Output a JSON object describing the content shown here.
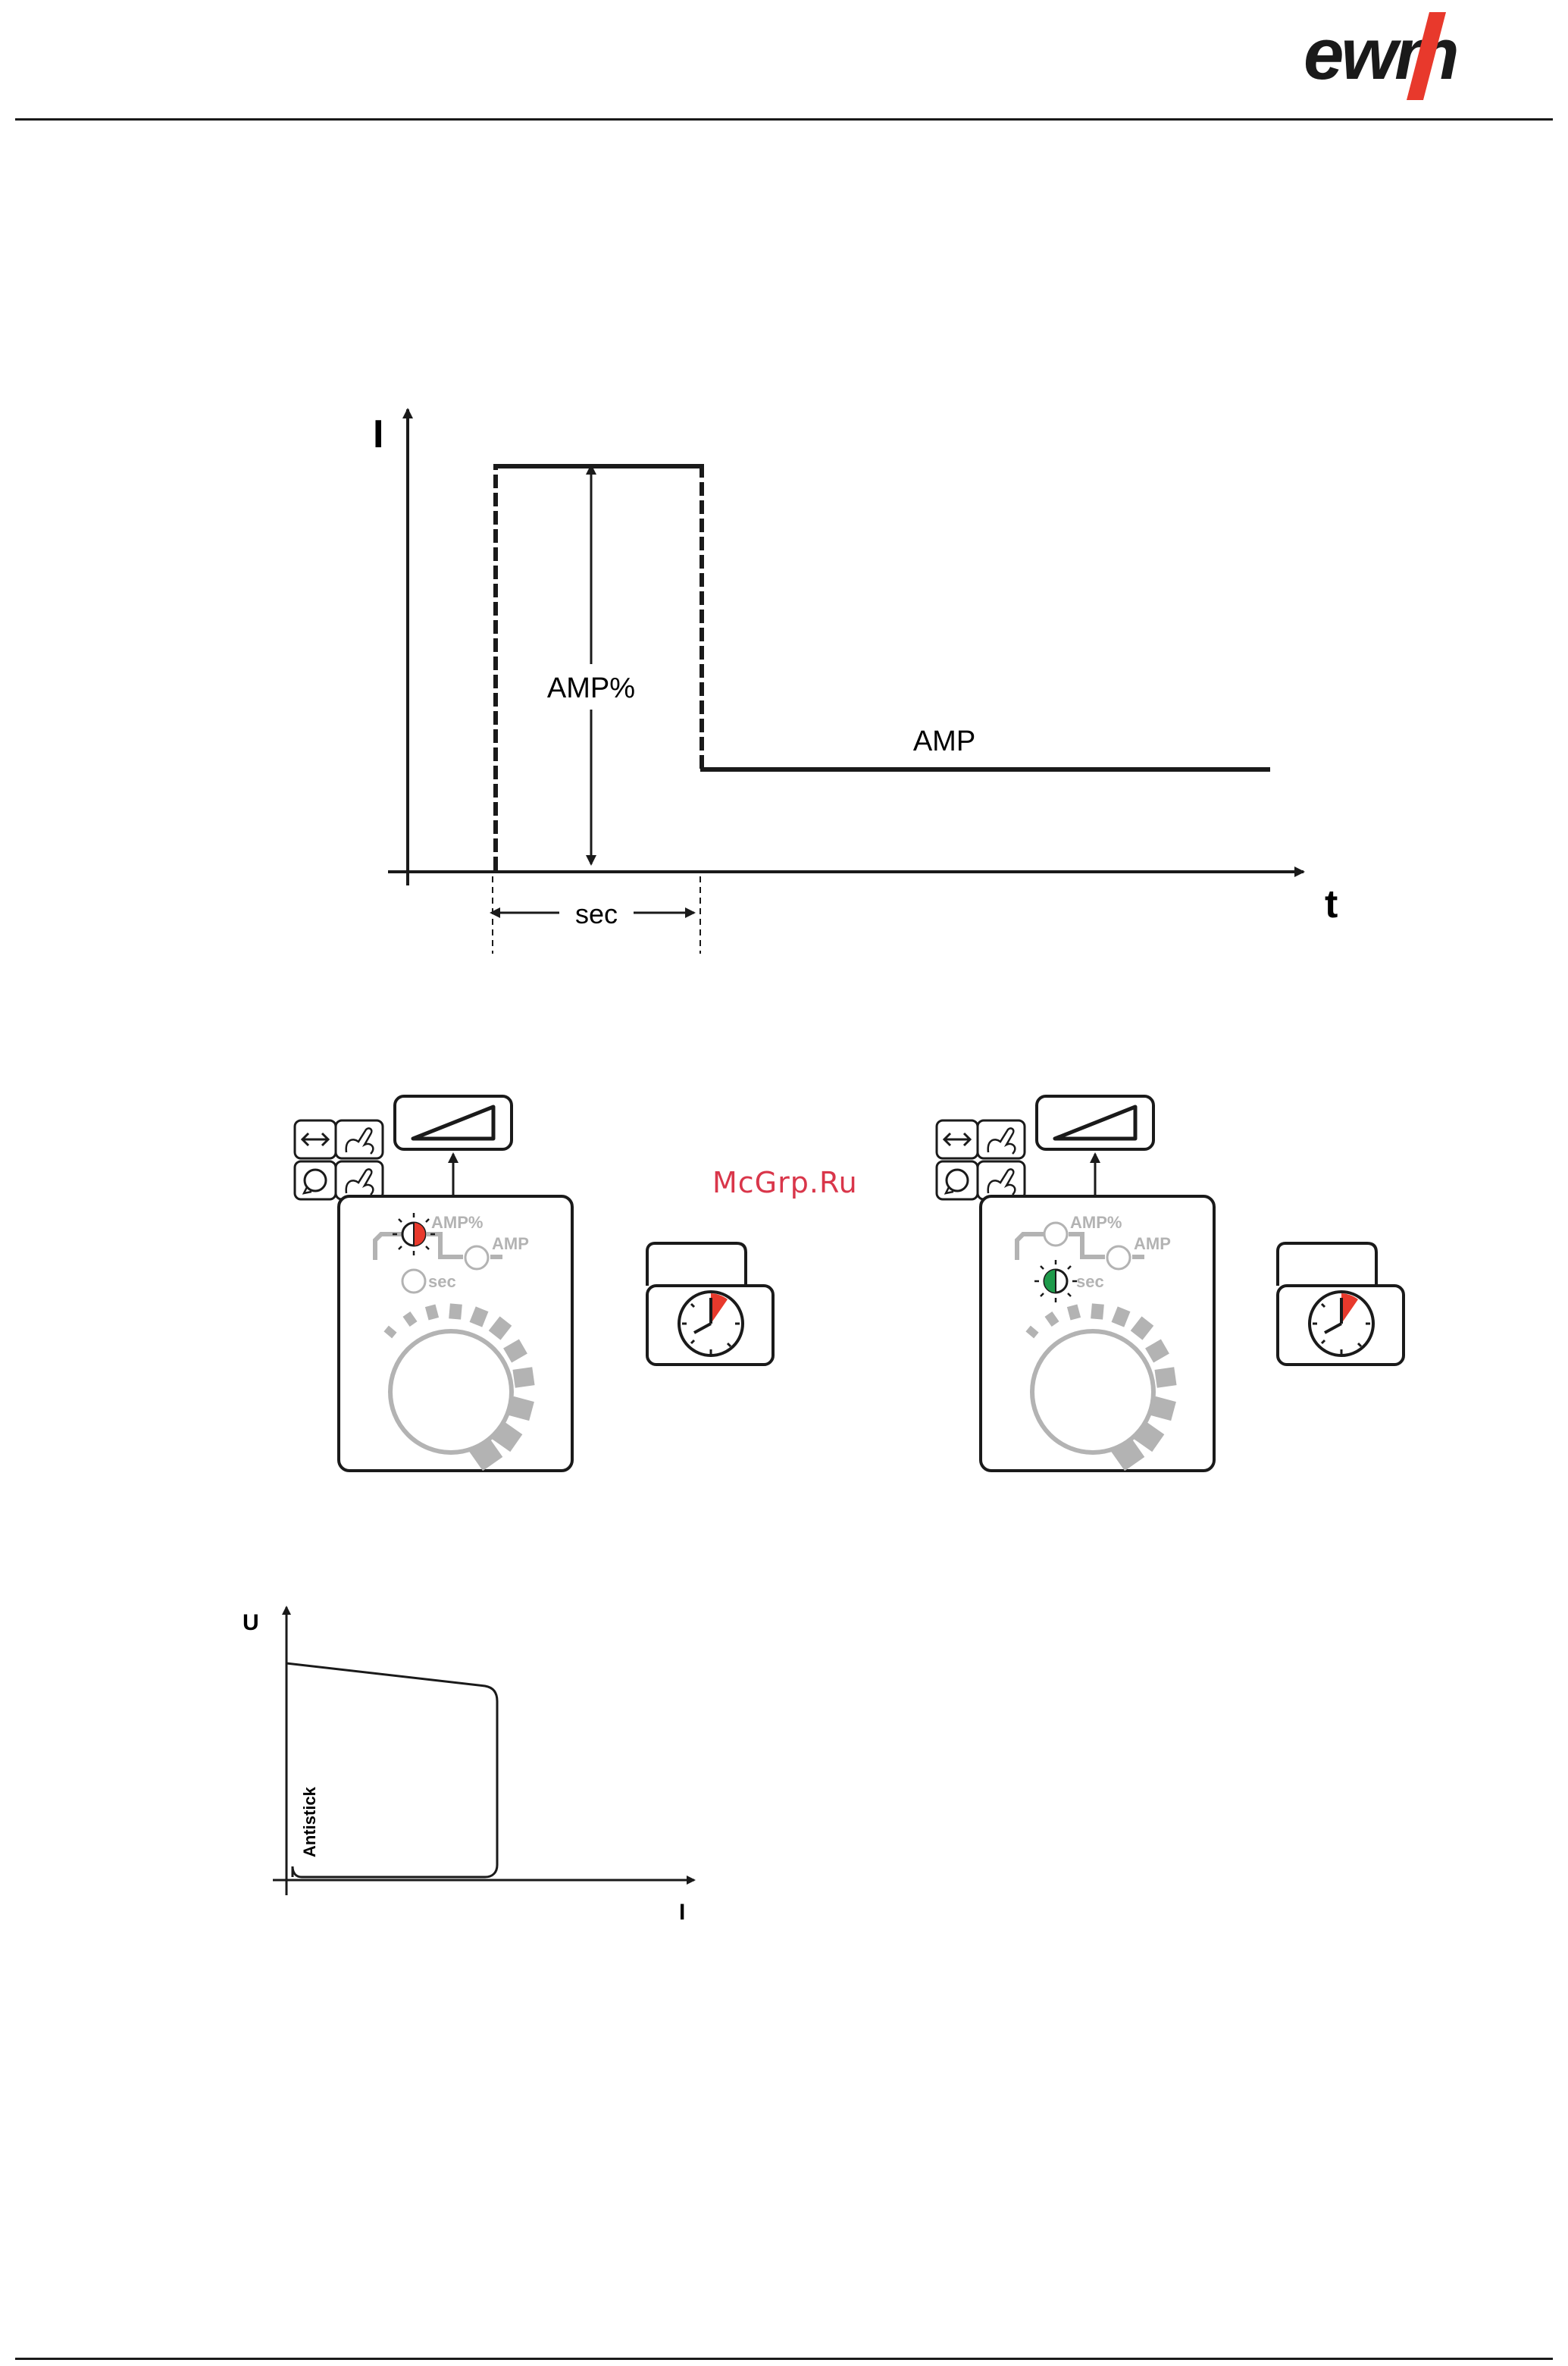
{
  "brand": {
    "logo_text": "ewm"
  },
  "figure_pulse": {
    "y_axis_label": "I",
    "x_axis_label": "t",
    "pulse_label": "AMP%",
    "level_label": "AMP",
    "duration_label": "sec"
  },
  "panel_left": {
    "led_labels": {
      "amp_percent": "AMP%",
      "amp": "AMP",
      "sec": "sec"
    },
    "active_led": "amp_percent",
    "active_led_color": "#e8392c"
  },
  "panel_right": {
    "led_labels": {
      "amp_percent": "AMP%",
      "amp": "AMP",
      "sec": "sec"
    },
    "active_led": "sec",
    "active_led_color": "#1e9a4a"
  },
  "icons": [
    "toggle-arrows-icon",
    "rotate-knob-icon",
    "ramp-display-icon",
    "stopwatch-icon"
  ],
  "watermark": "McGrp.Ru",
  "figure_ui": {
    "y_axis_label": "U",
    "x_axis_label": "I",
    "region_label": "Antistick"
  }
}
